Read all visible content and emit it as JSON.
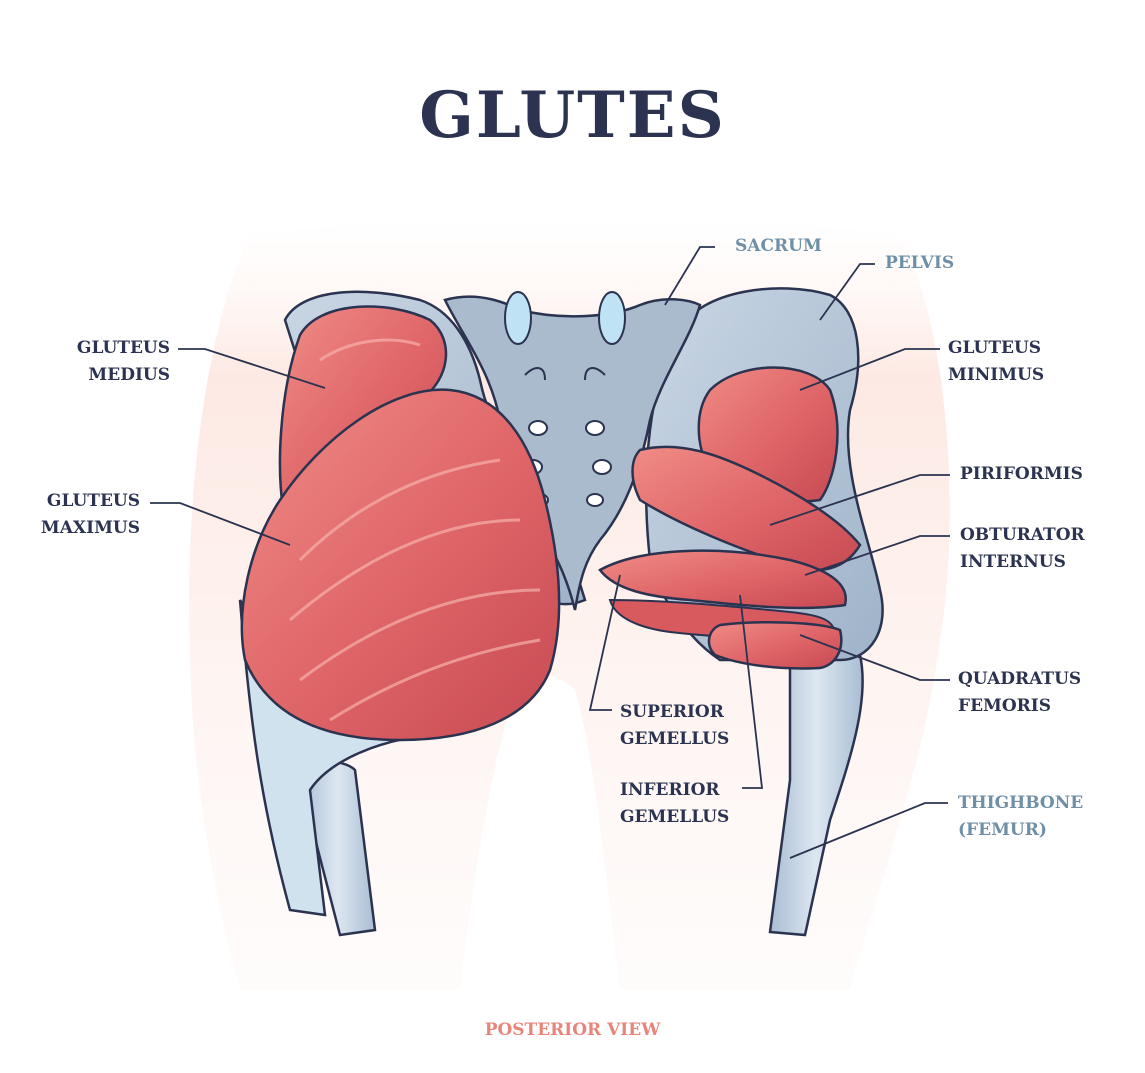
{
  "title": "GLUTES",
  "footer": "POSTERIOR VIEW",
  "labels": {
    "sacrum": "SACRUM",
    "pelvis": "PELVIS",
    "gluteus_medius": "GLUTEUS\nMEDIUS",
    "gluteus_minimus": "GLUTEUS\nMINIMUS",
    "gluteus_maximus": "GLUTEUS\nMAXIMUS",
    "piriformis": "PIRIFORMIS",
    "obturator_internus": "OBTURATOR\nINTERNUS",
    "quadratus_femoris": "QUADRATUS\nFEMORIS",
    "superior_gemellus": "SUPERIOR\nGEMELLUS",
    "inferior_gemellus": "INFERIOR\nGEMELLUS",
    "thighbone": "THIGHBONE\n(FEMUR)"
  },
  "colors": {
    "title": "#2b3350",
    "label": "#2b3350",
    "bone_label": "#6e8fa6",
    "footer": "#e8857a",
    "muscle": "#d95f5f",
    "bone": "#b8c8da",
    "skin": "#fbe3dc"
  }
}
